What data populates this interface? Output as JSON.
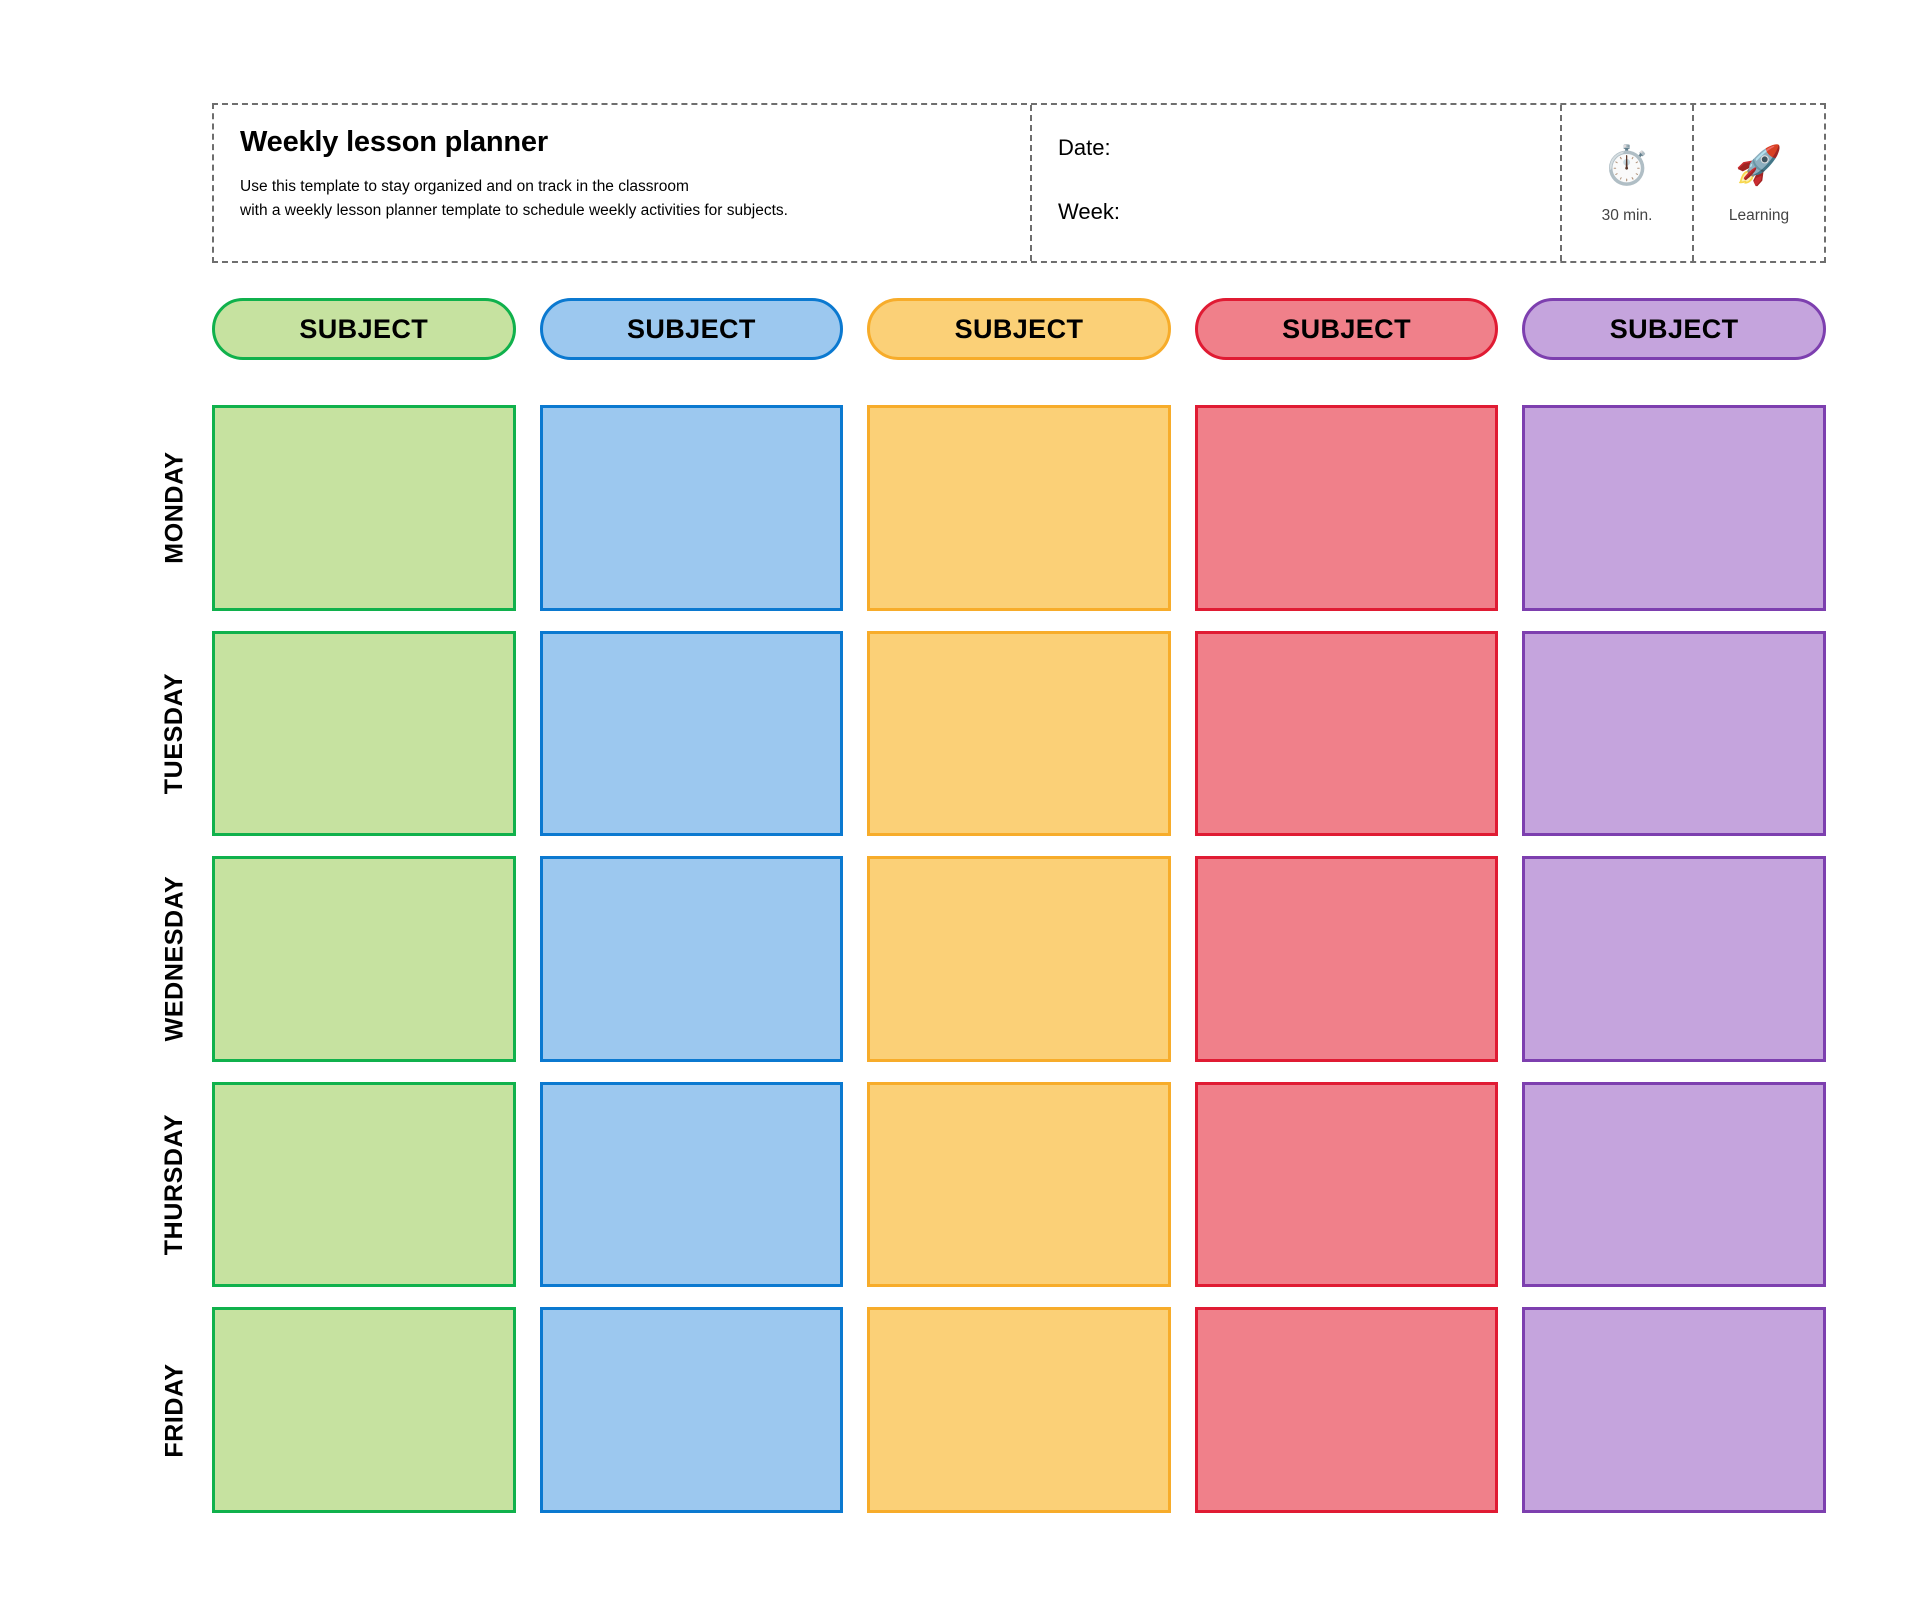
{
  "header": {
    "title": "Weekly lesson planner",
    "description_line1": "Use this template to stay organized and on track in the classroom",
    "description_line2": "with a weekly lesson planner template to schedule weekly activities for subjects.",
    "date_label": "Date:",
    "week_label": "Week:",
    "icons": [
      {
        "glyph": "⏱️",
        "icon_name": "stopwatch-icon",
        "caption": "30 min."
      },
      {
        "glyph": "🚀",
        "icon_name": "rocket-icon",
        "caption": "Learning"
      }
    ]
  },
  "columns": [
    {
      "label": "SUBJECT",
      "fill": "#c6e2a0",
      "border": "#10b14c"
    },
    {
      "label": "SUBJECT",
      "fill": "#9cc8ef",
      "border": "#0b79d0"
    },
    {
      "label": "SUBJECT",
      "fill": "#fbd077",
      "border": "#f7ac2a"
    },
    {
      "label": "SUBJECT",
      "fill": "#f0808a",
      "border": "#e01b33"
    },
    {
      "label": "SUBJECT",
      "fill": "#c5a4dd",
      "border": "#7d3faf"
    }
  ],
  "days": [
    "MONDAY",
    "TUESDAY",
    "WEDNESDAY",
    "THURSDAY",
    "FRIDAY"
  ]
}
